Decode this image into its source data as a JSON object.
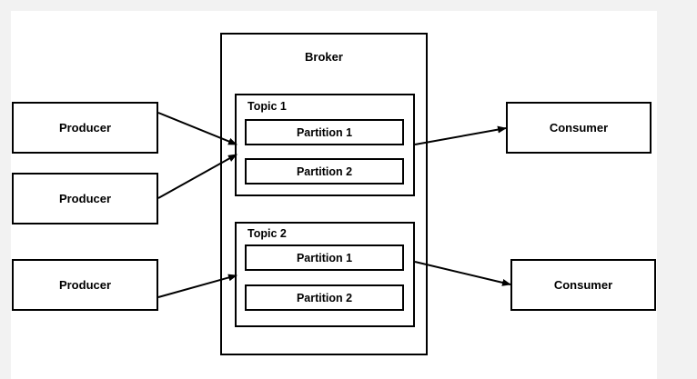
{
  "diagram": {
    "broker_label": "Broker",
    "producers": [
      "Producer",
      "Producer",
      "Producer"
    ],
    "consumers": [
      "Consumer",
      "Consumer"
    ],
    "topics": [
      {
        "label": "Topic 1",
        "partitions": [
          "Partition 1",
          "Partition 2"
        ]
      },
      {
        "label": "Topic 2",
        "partitions": [
          "Partition 1",
          "Partition 2"
        ]
      }
    ]
  }
}
